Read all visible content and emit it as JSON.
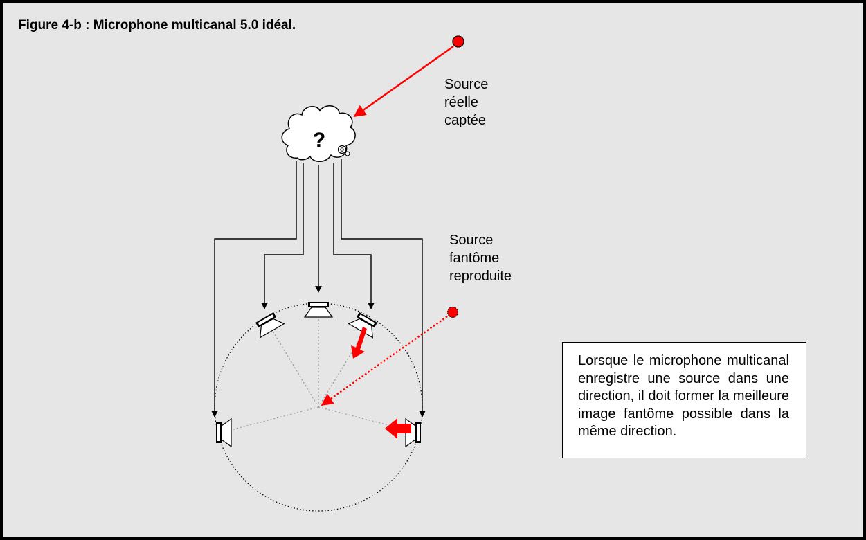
{
  "figure": {
    "title": "Figure 4-b : Microphone multicanal 5.0 idéal."
  },
  "labels": {
    "real_source": [
      "Source",
      "réelle",
      "captée"
    ],
    "phantom_source": [
      "Source",
      "fantôme",
      "reproduite"
    ],
    "microphone_symbol": "?"
  },
  "note": {
    "text": "Lorsque le microphone multicanal enregistre une source dans une direction, il doit former la meilleure image fantôme possible dans la même direction."
  },
  "colors": {
    "background": "#e6e6e6",
    "source_red": "#ff0000",
    "wire": "#000000",
    "dotted_gray": "#999999"
  },
  "icons": {
    "microphone": "cloud-icon",
    "speaker": "speaker-icon",
    "source": "red-dot-icon"
  }
}
